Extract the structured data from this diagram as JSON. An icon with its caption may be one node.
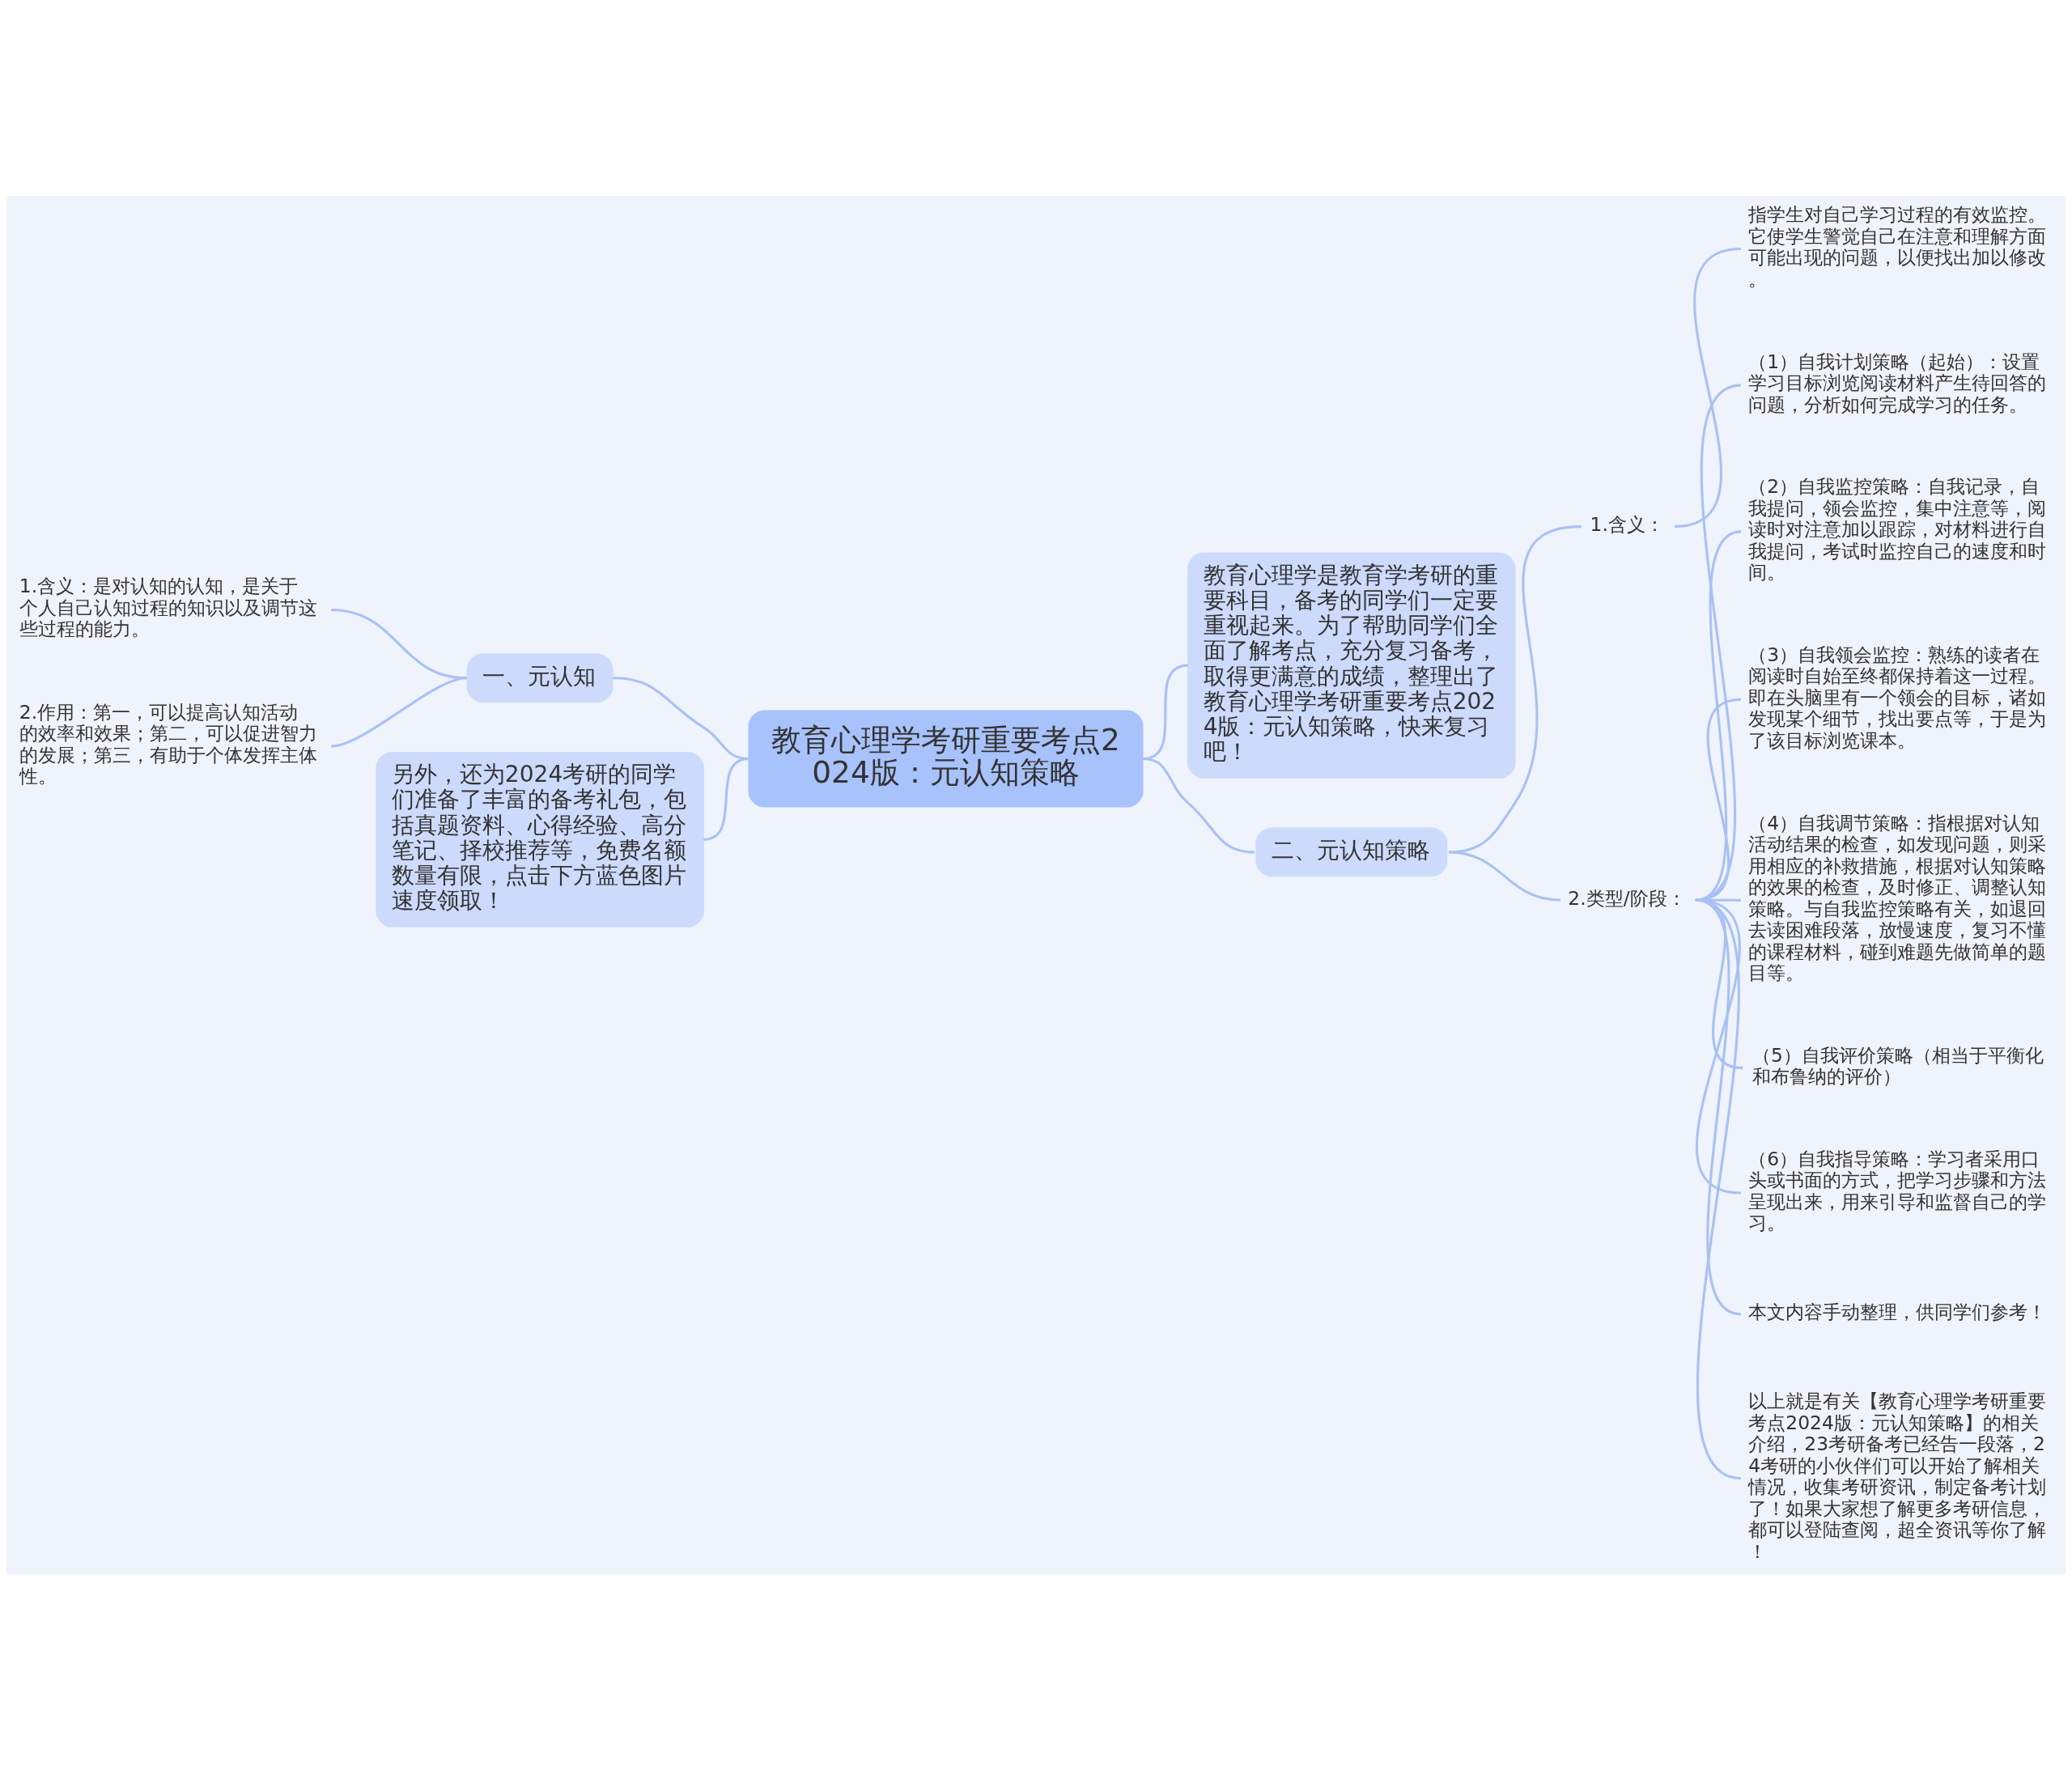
{
  "diagram": {
    "nodes": [
      {
        "text": [
          "教育心理学考研重要考点2024版：元认知策略"
        ]
      },
      {
        "text": [
          "一、元认知"
        ]
      },
      {
        "text": [
          "1.含义：是对认知的认知，是关于个人自己认知过程的知识以及调节这些过程的能力。"
        ]
      },
      {
        "text": [
          "2.作用：第一，可以提高认知活动的效率和效果；第二，可以促进智力的发展；第三，有助于个体发挥主体性。"
        ]
      },
      {
        "text": [
          "另外，还为2024考研的同学们准备了丰富的备考礼包，包括真题资料、心得经验、高分笔记、择校推荐等，免费名额数量有限，点击下方蓝色图片速度领取！"
        ]
      },
      {
        "text": [
          "教育心理学是教育学考研的重要科目，备考的同学们一定要重视起来。为了帮助同学们全面了解考点，充分复习备考，取得更满意的成绩，整理出了教育心理学考研重要考点2024版：元认知策略，快来复习吧！"
        ]
      },
      {
        "text": [
          "二、元认知策略"
        ]
      },
      {
        "text": [
          "1.含义："
        ]
      },
      {
        "text": [
          "指学生对自己学习过程的有效监控。它使学生警觉自己在注意和理解方面可能出现的问题，以便找出加以修改。"
        ]
      },
      {
        "text": [
          "2.类型/阶段："
        ]
      },
      {
        "text": [
          "（1）自我计划策略（起始）：设置学习目标浏览阅读材料产生待回答的问题，分析如何完成学习的任务。"
        ]
      },
      {
        "text": [
          "（2）自我监控策略：自我记录，自我提问，领会监控，集中注意等，阅读时对注意加以跟踪，对材料进行自我提问，考试时监控自己的速度和时间。"
        ]
      },
      {
        "text": [
          "（3）自我领会监控：熟练的读者在阅读时自始至终都保持着这一过程。即在头脑里有一个领会的目标，诸如发现某个细节，找出要点等，于是为了该目标浏览课本。"
        ]
      },
      {
        "text": [
          "（4）自我调节策略：指根据对认知活动结果的检查，如发现问题，则采用相应的补救措施，根据对认知策略的效果的检查，及时修正、调整认知策略。与自我监控策略有关，如退回去读困难段落，放慢速度，复习不懂的课程材料，碰到难题先做简单的题目等。"
        ]
      },
      {
        "text": [
          "（5）自我评价策略（相当于平衡化和布鲁纳的评价）"
        ]
      },
      {
        "text": [
          "（6）自我指导策略：学习者采用口头或书面的方式，把学习步骤和方法呈现出来，用来引导和监督自己的学习。"
        ]
      },
      {
        "text": [
          "本文内容手动整理，供同学们参考！"
        ]
      },
      {
        "text": [
          "以上就是有关【教育心理学考研重要考点2024版：元认知策略】的相关介绍，23考研备考已经告一段落，24考研的小伙伴们可以开始了解相关情况，收集考研资讯，制定备考计划了！如果大家想了解更多考研信息，都可以登陆查阅，超全资讯等你了解！"
        ]
      }
    ],
    "edges": [
      {
        "from": 2,
        "to": 1,
        "arrow": "none"
      },
      {
        "from": 3,
        "to": 1,
        "arrow": "none"
      },
      {
        "from": 1,
        "to": 0,
        "arrow": "none"
      },
      {
        "from": 4,
        "to": 0,
        "arrow": "none"
      },
      {
        "from": 0,
        "to": 5,
        "arrow": "none"
      },
      {
        "from": 0,
        "to": 6,
        "arrow": "none"
      },
      {
        "from": 6,
        "to": 7,
        "arrow": "none"
      },
      {
        "from": 7,
        "to": 8,
        "arrow": "none"
      },
      {
        "from": 6,
        "to": 9,
        "arrow": "none"
      },
      {
        "from": 9,
        "to": 10,
        "arrow": "none"
      },
      {
        "from": 9,
        "to": 11,
        "arrow": "none"
      },
      {
        "from": 9,
        "to": 12,
        "arrow": "none"
      },
      {
        "from": 9,
        "to": 13,
        "arrow": "none"
      },
      {
        "from": 9,
        "to": 14,
        "arrow": "none"
      },
      {
        "from": 9,
        "to": 15,
        "arrow": "none"
      },
      {
        "from": 9,
        "to": 16,
        "arrow": "none"
      },
      {
        "from": 9,
        "to": 17,
        "arrow": "none"
      }
    ]
  }
}
